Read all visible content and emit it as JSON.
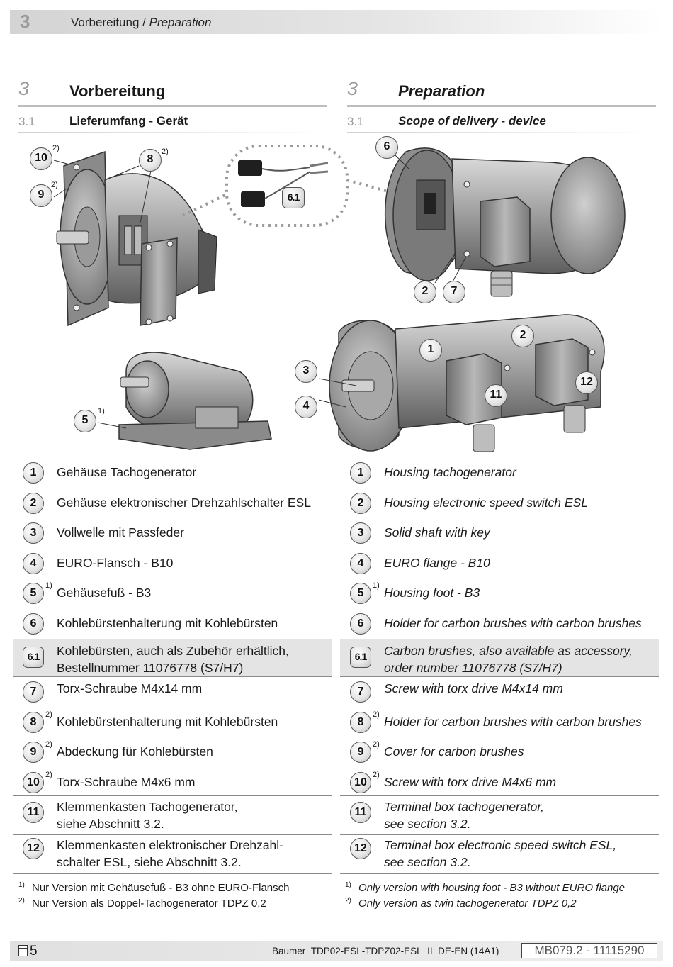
{
  "header": {
    "chapter": "3",
    "title_de": "Vorbereitung",
    "title_sep": " / ",
    "title_en": "Preparation"
  },
  "de": {
    "chapter": "3",
    "title": "Vorbereitung",
    "sub_num": "3.1",
    "sub_title": "Lieferumfang - Gerät",
    "items": [
      {
        "num": "1",
        "sup": "",
        "text": "Gehäuse Tachogenerator",
        "text2": ""
      },
      {
        "num": "2",
        "sup": "",
        "text": "Gehäuse elektronischer Drehzahlschalter ESL",
        "text2": ""
      },
      {
        "num": "3",
        "sup": "",
        "text": "Vollwelle mit Passfeder",
        "text2": ""
      },
      {
        "num": "4",
        "sup": "",
        "text": "EURO-Flansch - B10",
        "text2": ""
      },
      {
        "num": "5",
        "sup": "1)",
        "text": "Gehäusefuß - B3",
        "text2": ""
      },
      {
        "num": "6",
        "sup": "",
        "text": "Kohlebürstenhalterung mit Kohlebürsten",
        "text2": ""
      },
      {
        "num": "6.1",
        "sup": "",
        "text": "Kohlebürsten, auch als Zubehör erhältlich,",
        "text2": "Bestellnummer 11076778 (S7/H7)"
      },
      {
        "num": "7",
        "sup": "",
        "text": "Torx-Schraube M4x14 mm",
        "text2": ""
      },
      {
        "num": "8",
        "sup": "2)",
        "text": "Kohlebürstenhalterung mit Kohlebürsten",
        "text2": ""
      },
      {
        "num": "9",
        "sup": "2)",
        "text": "Abdeckung für Kohlebürsten",
        "text2": ""
      },
      {
        "num": "10",
        "sup": "2)",
        "text": "Torx-Schraube M4x6 mm",
        "text2": ""
      },
      {
        "num": "11",
        "sup": "",
        "text": "Klemmenkasten Tachogenerator,",
        "text2": "siehe Abschnitt 3.2."
      },
      {
        "num": "12",
        "sup": "",
        "text": "Klemmenkasten elektronischer Drehzahl-",
        "text2": "schalter ESL, siehe Abschnitt 3.2."
      }
    ],
    "footnotes": [
      {
        "mark": "1)",
        "text": "Nur Version mit Gehäusefuß - B3 ohne EURO-Flansch"
      },
      {
        "mark": "2)",
        "text": "Nur Version als Doppel-Tachogenerator TDPZ 0,2"
      }
    ]
  },
  "en": {
    "chapter": "3",
    "title": "Preparation",
    "sub_num": "3.1",
    "sub_title": "Scope of delivery - device",
    "items": [
      {
        "num": "1",
        "sup": "",
        "text": "Housing tachogenerator",
        "text2": ""
      },
      {
        "num": "2",
        "sup": "",
        "text": "Housing electronic speed switch ESL",
        "text2": ""
      },
      {
        "num": "3",
        "sup": "",
        "text": "Solid shaft with key",
        "text2": ""
      },
      {
        "num": "4",
        "sup": "",
        "text": "EURO flange - B10",
        "text2": ""
      },
      {
        "num": "5",
        "sup": "1)",
        "text": "Housing foot - B3",
        "text2": ""
      },
      {
        "num": "6",
        "sup": "",
        "text": "Holder for carbon brushes with carbon brushes",
        "text2": ""
      },
      {
        "num": "6.1",
        "sup": "",
        "text": "Carbon brushes, also available as accessory,",
        "text2": "order number 11076778 (S7/H7)"
      },
      {
        "num": "7",
        "sup": "",
        "text": "Screw with torx drive M4x14 mm",
        "text2": ""
      },
      {
        "num": "8",
        "sup": "2)",
        "text": "Holder for carbon brushes with carbon brushes",
        "text2": ""
      },
      {
        "num": "9",
        "sup": "2)",
        "text": "Cover for carbon brushes",
        "text2": ""
      },
      {
        "num": "10",
        "sup": "2)",
        "text": "Screw with torx drive M4x6 mm",
        "text2": ""
      },
      {
        "num": "11",
        "sup": "",
        "text": "Terminal box tachogenerator,",
        "text2": "see section 3.2."
      },
      {
        "num": "12",
        "sup": "",
        "text": "Terminal box electronic speed switch ESL,",
        "text2": "see section 3.2."
      }
    ],
    "footnotes": [
      {
        "mark": "1)",
        "text": "Only version with housing foot - B3 without EURO flange"
      },
      {
        "mark": "2)",
        "text": "Only version as twin tachogenerator TDPZ 0,2"
      }
    ]
  },
  "figure": {
    "callouts": [
      "10",
      "2)",
      "8",
      "2)",
      "9",
      "2)",
      "6.1",
      "6",
      "2",
      "7",
      "3",
      "4",
      "5",
      "1)",
      "1",
      "2",
      "11",
      "12"
    ]
  },
  "footer": {
    "page": "5",
    "doc": "Baumer_TDP02-ESL-TDPZ02-ESL_II_DE-EN (14A1)",
    "doc_number": "MB079.2 - 11115290"
  }
}
